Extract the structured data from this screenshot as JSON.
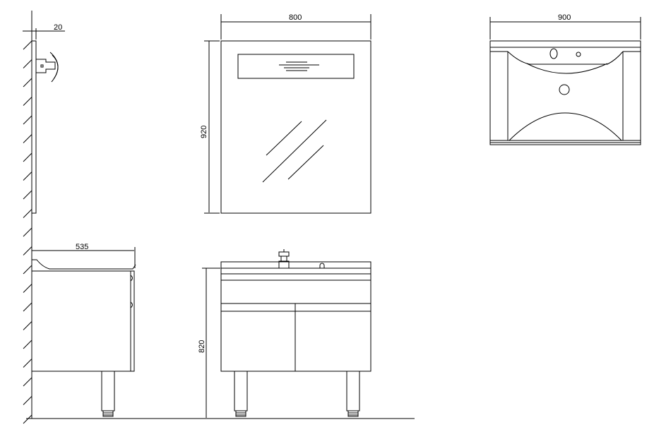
{
  "drawing": {
    "mirror_side_view": {
      "dimension_depth": "20"
    },
    "mirror_front_view": {
      "dimension_width": "800",
      "dimension_height": "920"
    },
    "basin_top_view": {
      "dimension_width": "900"
    },
    "cabinet_side_view": {
      "dimension_depth": "535"
    },
    "cabinet_front_view": {
      "dimension_height": "820"
    },
    "line_color": "#000000",
    "background_color": "#ffffff"
  }
}
